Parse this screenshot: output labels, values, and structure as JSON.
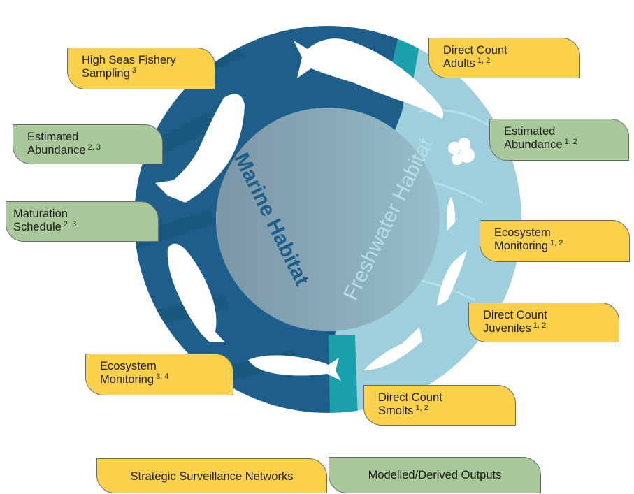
{
  "diagram": {
    "center": {
      "marine_label": "Marine Habitat",
      "freshwater_label": "Freshwater Habitat"
    },
    "boxes": [
      {
        "id": "high-seas-fishery-sampling",
        "kind": "surveillance",
        "lines": [
          "High Seas Fishery",
          "Sampling"
        ],
        "sup": "3"
      },
      {
        "id": "estimated-abundance-marine",
        "kind": "modelled",
        "lines": [
          "Estimated",
          "Abundance"
        ],
        "sup": "2, 3"
      },
      {
        "id": "maturation-schedule",
        "kind": "modelled",
        "lines": [
          "Maturation",
          "Schedule"
        ],
        "sup": "2, 3"
      },
      {
        "id": "ecosystem-monitoring-marine",
        "kind": "surveillance",
        "lines": [
          "Ecosystem",
          "Monitoring"
        ],
        "sup": "3, 4"
      },
      {
        "id": "direct-count-adults",
        "kind": "surveillance",
        "lines": [
          "Direct Count",
          "Adults"
        ],
        "sup": "1, 2"
      },
      {
        "id": "estimated-abundance-freshwater",
        "kind": "modelled",
        "lines": [
          "Estimated",
          "Abundance"
        ],
        "sup": "1, 2"
      },
      {
        "id": "ecosystem-monitoring-freshwater",
        "kind": "surveillance",
        "lines": [
          "Ecosystem",
          "Monitoring"
        ],
        "sup": "1, 2"
      },
      {
        "id": "direct-count-juveniles",
        "kind": "surveillance",
        "lines": [
          "Direct Count",
          "Juveniles"
        ],
        "sup": "1, 2"
      },
      {
        "id": "direct-count-smolts",
        "kind": "surveillance",
        "lines": [
          "Direct Count",
          "Smolts"
        ],
        "sup": "1, 2"
      }
    ],
    "legend": [
      {
        "id": "strategic-surveillance-networks",
        "kind": "surveillance",
        "label": "Strategic Surveillance Networks"
      },
      {
        "id": "modelled-derived-outputs",
        "kind": "modelled",
        "label": "Modelled/Derived Outputs"
      }
    ]
  },
  "colors": {
    "surveillance": "#fbd14b",
    "modelled": "#a9c99a",
    "marine_ring": "#1d5f8a",
    "marine_stripe": "#195577",
    "freshwater_ring": "#9dd0dc",
    "boundary": "#1aa0aa",
    "inner_circle": "#8aaebe"
  }
}
